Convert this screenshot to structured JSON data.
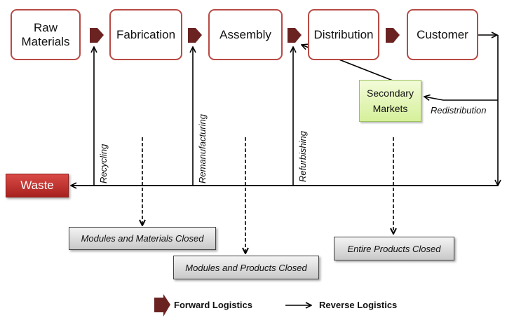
{
  "diagram": {
    "stages": [
      {
        "id": "raw-materials",
        "label": "Raw Materials"
      },
      {
        "id": "fabrication",
        "label": "Fabrication"
      },
      {
        "id": "assembly",
        "label": "Assembly"
      },
      {
        "id": "distribution",
        "label": "Distribution"
      },
      {
        "id": "customer",
        "label": "Customer"
      }
    ],
    "secondary_markets": "Secondary Markets",
    "waste": "Waste",
    "reverse_flows": {
      "recycling": "Recycling",
      "remanufacturing": "Remanufacturing",
      "refurbishing": "Refurbishing",
      "redistribution": "Redistribution"
    },
    "closed_loops": {
      "modules_materials": "Modules and Materials Closed",
      "modules_products": "Modules and Products Closed",
      "entire_products": "Entire Products Closed"
    },
    "legend": {
      "forward": "Forward Logistics",
      "reverse": "Reverse Logistics"
    },
    "colors": {
      "forward_arrow": "#6b2322",
      "stage_border": "#b84a45",
      "waste": "#c0302c",
      "secondary_fill": "#dff5a8"
    }
  }
}
